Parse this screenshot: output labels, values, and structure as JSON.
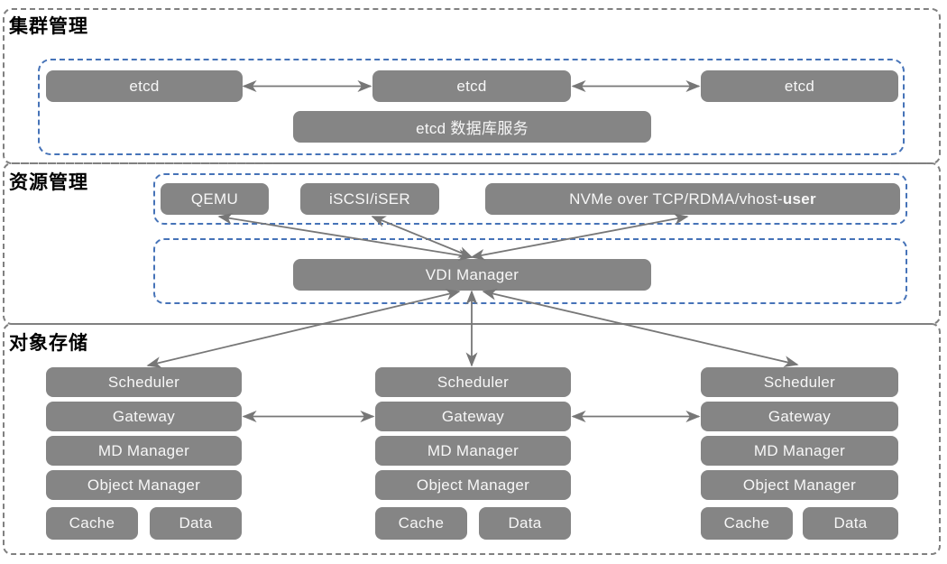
{
  "sections": [
    {
      "label": "集群管理"
    },
    {
      "label": "资源管理"
    },
    {
      "label": "对象存储"
    }
  ],
  "cluster": {
    "etcd1": "etcd",
    "etcd2": "etcd",
    "etcd3": "etcd",
    "etcd_service": "etcd 数据库服务"
  },
  "resource": {
    "qemu": "QEMU",
    "iscsi": "iSCSI/iSER",
    "nvme_prefix": "NVMe over TCP/RDMA/vhost-",
    "nvme_bold": "user",
    "vdi_manager": "VDI Manager"
  },
  "storage_nodes": [
    {
      "scheduler": "Scheduler",
      "gateway": "Gateway",
      "md_manager": "MD Manager",
      "object_manager": "Object Manager",
      "cache": "Cache",
      "data": "Data"
    },
    {
      "scheduler": "Scheduler",
      "gateway": "Gateway",
      "md_manager": "MD Manager",
      "object_manager": "Object Manager",
      "cache": "Cache",
      "data": "Data"
    },
    {
      "scheduler": "Scheduler",
      "gateway": "Gateway",
      "md_manager": "MD Manager",
      "object_manager": "Object Manager",
      "cache": "Cache",
      "data": "Data"
    }
  ],
  "colors": {
    "box_fill": "#858585",
    "box_text": "#f7f7f7",
    "arrow": "#777777",
    "section_border": "#808080",
    "container_border": "#4673b8",
    "label_text": "#000000",
    "background": "#ffffff"
  }
}
